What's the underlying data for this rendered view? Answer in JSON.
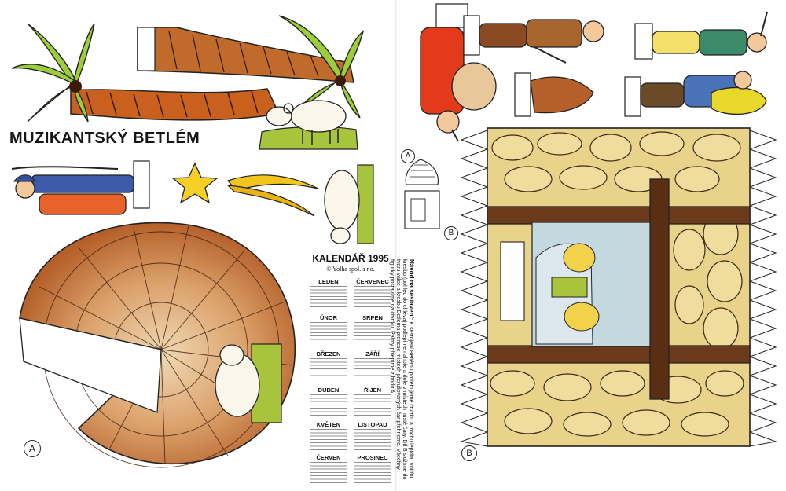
{
  "title": "MUZIKANTSKÝ BETLÉM",
  "calendar": {
    "title": "KALENDÁŘ 1995",
    "publisher": "© Yolha spol. s r.o.",
    "months": [
      "LEDEN",
      "ČERVENEC",
      "ÚNOR",
      "SRPEN",
      "BŘEZEN",
      "ZÁŘÍ",
      "DUBEN",
      "ŘÍJEN",
      "KVĚTEN",
      "LISTOPAD",
      "ČERVEN",
      "PROSINEC"
    ]
  },
  "instructions": {
    "title": "Návod na sestavení:",
    "text": "K sestojení Betlému potřebujeme čtvrtku a trochu lepidla. Vnitřní kresbu (pohled do chléva) podlepíme nahoře a dole v místech hustě čáry. Díl B složíme do tvaru válce a kresbu Betléma pronese místech přerušovaných čar přehneme. Všechny figurky postavíme na čtvrtku. Palmy přilepíme z bodu A."
  },
  "labels": {
    "a_fan": "A",
    "a_tower": "A",
    "b_tower": "B",
    "b_stable": "B"
  },
  "colors": {
    "stone": "#e9d28a",
    "stone_line": "#3b2a14",
    "beam": "#6b3a1a",
    "fan_dark": "#b5602a",
    "fan_light": "#efd9b5",
    "palm_leaf": "#9ccd3a",
    "grass": "#a8c43c"
  }
}
